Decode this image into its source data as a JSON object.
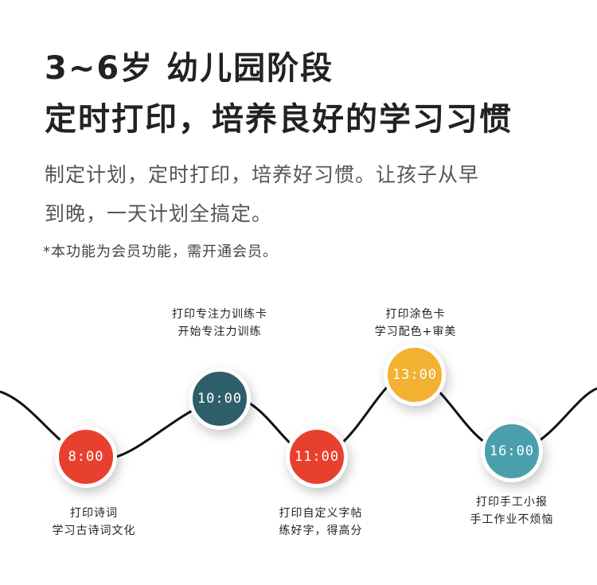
{
  "heading": {
    "line1": "3~6岁 幼儿园阶段",
    "line2": "定时打印，培养良好的学习习惯"
  },
  "description": {
    "line1": "制定计划，定时打印，培养好习惯。让孩子从早",
    "line2": "到晚，一天计划全搞定。"
  },
  "note": "*本功能为会员功能，需开通会员。",
  "timeline": [
    {
      "time": "8:00",
      "color": "#e8402f",
      "line1": "打印诗词",
      "line2": "学习古诗词文化"
    },
    {
      "time": "10:00",
      "color": "#2e5e6a",
      "line1": "打印专注力训练卡",
      "line2": "开始专注力训练"
    },
    {
      "time": "11:00",
      "color": "#e8402f",
      "line1": "打印自定义字帖",
      "line2": "练好字，得高分"
    },
    {
      "time": "13:00",
      "color": "#f2b131",
      "line1": "打印涂色卡",
      "line2": "学习配色+审美"
    },
    {
      "time": "16:00",
      "color": "#4a9fac",
      "line1": "打印手工小报",
      "line2": "手工作业不烦恼"
    }
  ]
}
